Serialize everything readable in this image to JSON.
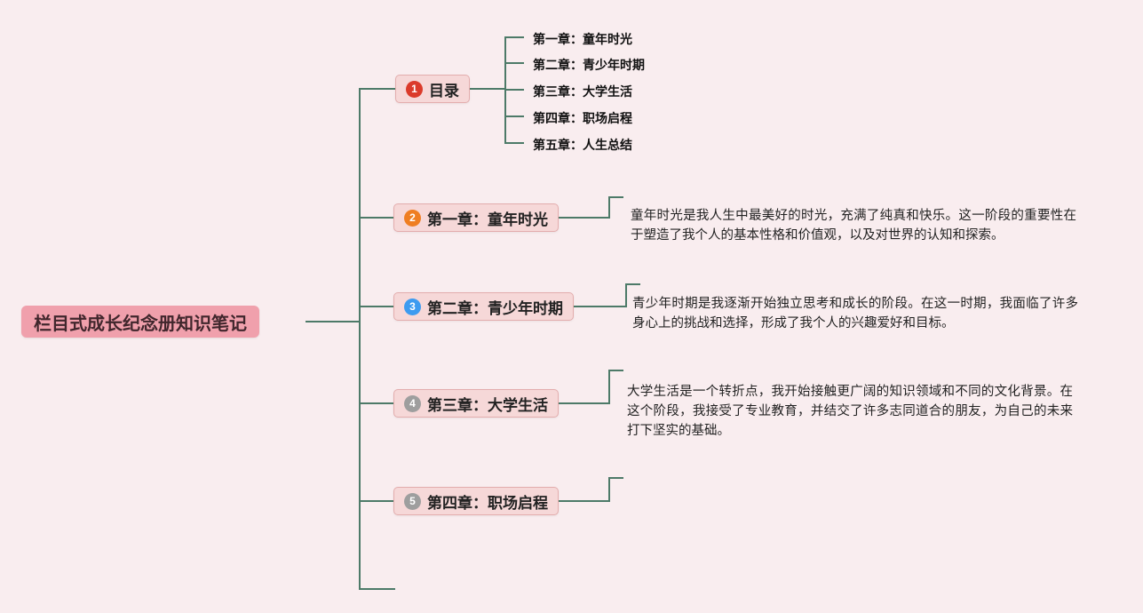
{
  "colors": {
    "background": "#f9edef",
    "line": "#4d7a68",
    "root_bg": "#f0a0ac",
    "root_text": "#40262c",
    "branch_bg": "#f6d8d8",
    "branch_border": "#e3adad",
    "text": "#222222"
  },
  "root": {
    "label": "栏目式成长纪念册知识笔记"
  },
  "branches": [
    {
      "num": "1",
      "badge_color": "#db3b2b",
      "label": "目录",
      "children": [
        "第一章：童年时光",
        "第二章：青少年时期",
        "第三章：大学生活",
        "第四章：职场启程",
        "第五章：人生总结"
      ]
    },
    {
      "num": "2",
      "badge_color": "#ef7e22",
      "label": "第一章：童年时光",
      "note": "童年时光是我人生中最美好的时光，充满了纯真和快乐。这一阶段的重要性在于塑造了我个人的基本性格和价值观，以及对世界的认知和探索。"
    },
    {
      "num": "3",
      "badge_color": "#3d9bf0",
      "label": "第二章：青少年时期",
      "note": "青少年时期是我逐渐开始独立思考和成长的阶段。在这一时期，我面临了许多身心上的挑战和选择，形成了我个人的兴趣爱好和目标。"
    },
    {
      "num": "4",
      "badge_color": "#9e9e9e",
      "label": "第三章：大学生活",
      "note": "大学生活是一个转折点，我开始接触更广阔的知识领域和不同的文化背景。在这个阶段，我接受了专业教育，并结交了许多志同道合的朋友，为自己的未来打下坚实的基础。"
    },
    {
      "num": "5",
      "badge_color": "#9e9e9e",
      "label": "第四章：职场启程",
      "note": ""
    }
  ]
}
